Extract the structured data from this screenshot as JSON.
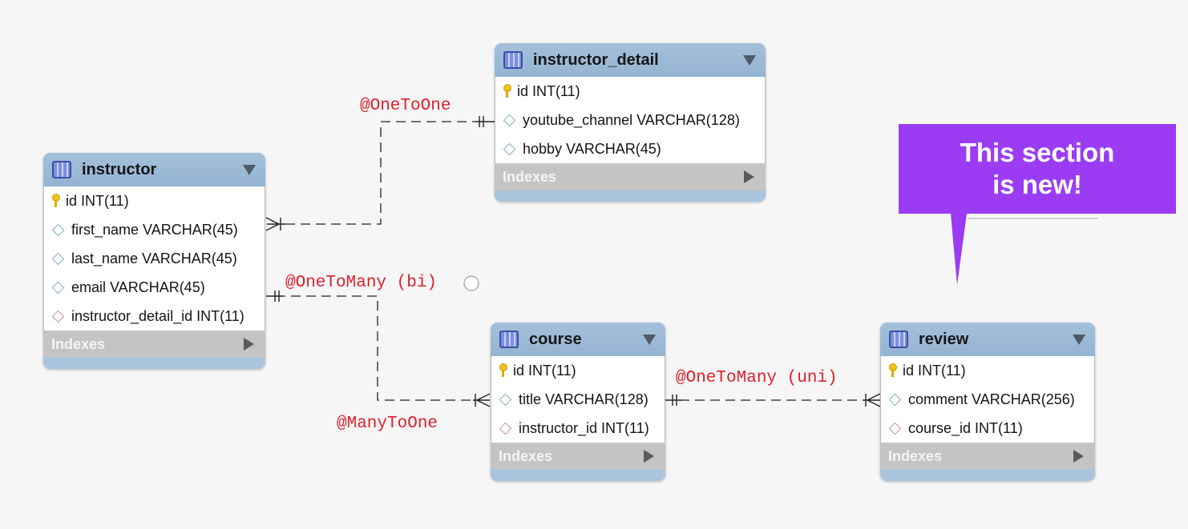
{
  "tables": {
    "instructor": {
      "name": "instructor",
      "columns": [
        "id INT(11)",
        "first_name VARCHAR(45)",
        "last_name VARCHAR(45)",
        "email VARCHAR(45)",
        "instructor_detail_id INT(11)"
      ],
      "indexes_label": "Indexes"
    },
    "instructor_detail": {
      "name": "instructor_detail",
      "columns": [
        "id INT(11)",
        "youtube_channel VARCHAR(128)",
        "hobby VARCHAR(45)"
      ],
      "indexes_label": "Indexes"
    },
    "course": {
      "name": "course",
      "columns": [
        "id INT(11)",
        "title VARCHAR(128)",
        "instructor_id INT(11)"
      ],
      "indexes_label": "Indexes"
    },
    "review": {
      "name": "review",
      "columns": [
        "id INT(11)",
        "comment VARCHAR(256)",
        "course_id INT(11)"
      ],
      "indexes_label": "Indexes"
    }
  },
  "relations": {
    "one_to_one": "@OneToOne",
    "one_to_many_bi": "@OneToMany (bi)",
    "many_to_one": "@ManyToOne",
    "one_to_many_uni": "@OneToMany (uni)"
  },
  "callout": {
    "line1": "This section",
    "line2": "is new!"
  },
  "colors": {
    "annotation_red": "#e0202a",
    "callout_purple": "#9b3cf4",
    "table_header_blue": "#a4c0da"
  }
}
